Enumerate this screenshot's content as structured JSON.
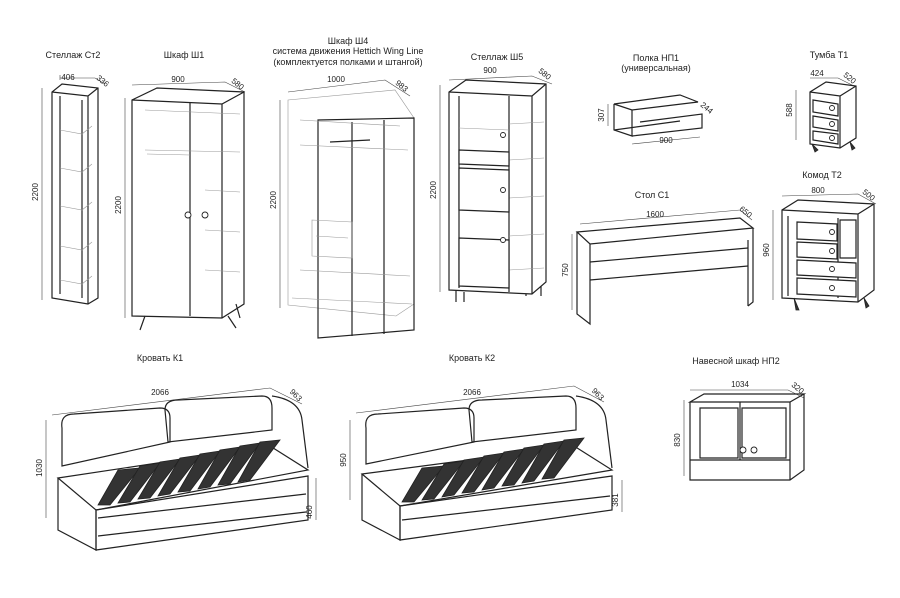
{
  "items": {
    "st2": {
      "title": "Стеллаж Ст2",
      "dims": {
        "w": "406",
        "d": "336",
        "h": "2200"
      }
    },
    "sh1": {
      "title": "Шкаф Ш1",
      "dims": {
        "w": "900",
        "d": "580",
        "h": "2200"
      }
    },
    "sh4": {
      "title": "Шкаф Ш4",
      "subtitle1": "система движения Hettich Wing Line",
      "subtitle2": "(комплектуется полками и штангой)",
      "dims": {
        "w": "1000",
        "d": "983",
        "h": "2200"
      }
    },
    "sh5": {
      "title": "Стеллаж Ш5",
      "dims": {
        "w": "900",
        "d": "580",
        "h": "2200"
      }
    },
    "np1": {
      "title": "Полка НП1",
      "subtitle": "(универсальная)",
      "dims": {
        "h": "307",
        "d": "244",
        "w": "900"
      }
    },
    "t1": {
      "title": "Тумба Т1",
      "dims": {
        "w": "424",
        "d": "520",
        "h": "588"
      }
    },
    "s1": {
      "title": "Стол С1",
      "dims": {
        "w": "1600",
        "d": "650",
        "h": "750"
      }
    },
    "k2c": {
      "title": "Комод Т2",
      "dims": {
        "w": "800",
        "d": "500",
        "h": "960"
      }
    },
    "bed1": {
      "title": "Кровать К1",
      "dims": {
        "w": "2066",
        "d": "963",
        "h": "1030",
        "drawer": "460"
      }
    },
    "bed2": {
      "title": "Кровать К2",
      "dims": {
        "w": "2066",
        "d": "963",
        "h": "950",
        "drawer": "381"
      }
    },
    "np2": {
      "title": "Навесной шкаф НП2",
      "dims": {
        "w": "1034",
        "d": "320",
        "h": "830"
      }
    }
  }
}
